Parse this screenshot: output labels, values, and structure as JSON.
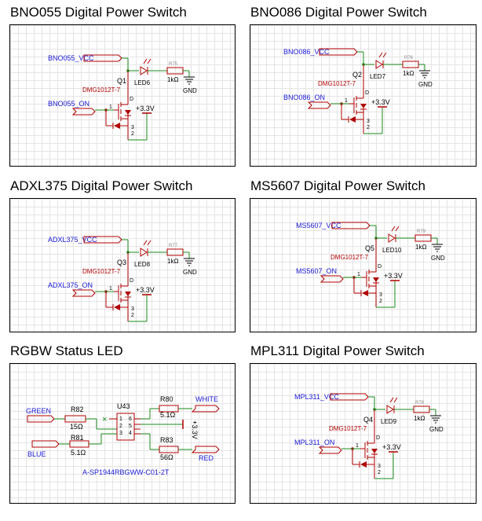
{
  "panels": {
    "bno055": {
      "title": "BNO055 Digital Power Switch",
      "net_vcc": "BNO055_VCC",
      "net_on": "BNO055_ON",
      "q_ref": "Q1",
      "q_part": "DMG1012T-7",
      "led_ref": "LED6",
      "r_ref": "R75",
      "r_val": "1kΩ",
      "gnd": "GND",
      "rail": "+3.3V",
      "pin1": "1",
      "pin2": "2",
      "pin3": "3",
      "pin_d": "D"
    },
    "bno086": {
      "title": "BNO086 Digital Power Switch",
      "net_vcc": "BNO086_VCC",
      "net_on": "BNO086_ON",
      "q_ref": "Q2",
      "q_part": "DMG1012T-7",
      "led_ref": "LED7",
      "r_ref": "R76",
      "r_val": "1kΩ",
      "gnd": "GND",
      "rail": "+3.3V",
      "pin1": "1",
      "pin2": "2",
      "pin3": "3",
      "pin_d": "D"
    },
    "adxl375": {
      "title": "ADXL375 Digital Power Switch",
      "net_vcc": "ADXL375_VCC",
      "net_on": "ADXL375_ON",
      "q_ref": "Q3",
      "q_part": "DMG1012T-7",
      "led_ref": "LED8",
      "r_ref": "R77",
      "r_val": "1kΩ",
      "gnd": "GND",
      "rail": "+3.3V",
      "pin1": "1",
      "pin2": "2",
      "pin3": "3",
      "pin_d": "D"
    },
    "ms5607": {
      "title": "MS5607 Digital Power Switch",
      "net_vcc": "MS5607_VCC",
      "net_on": "MS5607_ON",
      "q_ref": "Q5",
      "q_part": "DMG1012T-7",
      "led_ref": "LED10",
      "r_ref": "R79",
      "r_val": "1kΩ",
      "gnd": "GND",
      "rail": "+3.3V",
      "pin1": "1",
      "pin2": "2",
      "pin3": "3",
      "pin_d": "D"
    },
    "mpl311": {
      "title": "MPL311 Digital Power Switch",
      "net_vcc": "MPL311_VCC",
      "net_on": "MPL311_ON",
      "q_ref": "Q4",
      "q_part": "DMG1012T-7",
      "led_ref": "LED9",
      "r_ref": "R78",
      "r_val": "1kΩ",
      "gnd": "GND",
      "rail": "+3.3V",
      "pin1": "1",
      "pin2": "2",
      "pin3": "3",
      "pin_d": "D"
    },
    "rgbw": {
      "title": "RGBW Status LED",
      "net_green": "GREEN",
      "net_blue": "BLUE",
      "net_white": "WHITE",
      "net_red": "RED",
      "r82_ref": "R82",
      "r82_val": "15Ω",
      "r81_ref": "R81",
      "r81_val": "5.1Ω",
      "r80_ref": "R80",
      "r80_val": "5.1Ω",
      "r83_ref": "R83",
      "r83_val": "56Ω",
      "u_ref": "U43",
      "u_part": "A-SP1944RBGWW-C01-2T",
      "rail": "+3.3V",
      "p1": "1",
      "p2": "2",
      "p3": "3",
      "p4": "4",
      "p5": "5",
      "p6": "6",
      "nc": "×"
    }
  },
  "colors": {
    "net_label": "#1a1ad6",
    "component": "#b00000",
    "ref_text": "#000000",
    "wire": "#1b8a1b",
    "nc_marker": "#1b8a1b",
    "grid": "#e4e4e4"
  }
}
